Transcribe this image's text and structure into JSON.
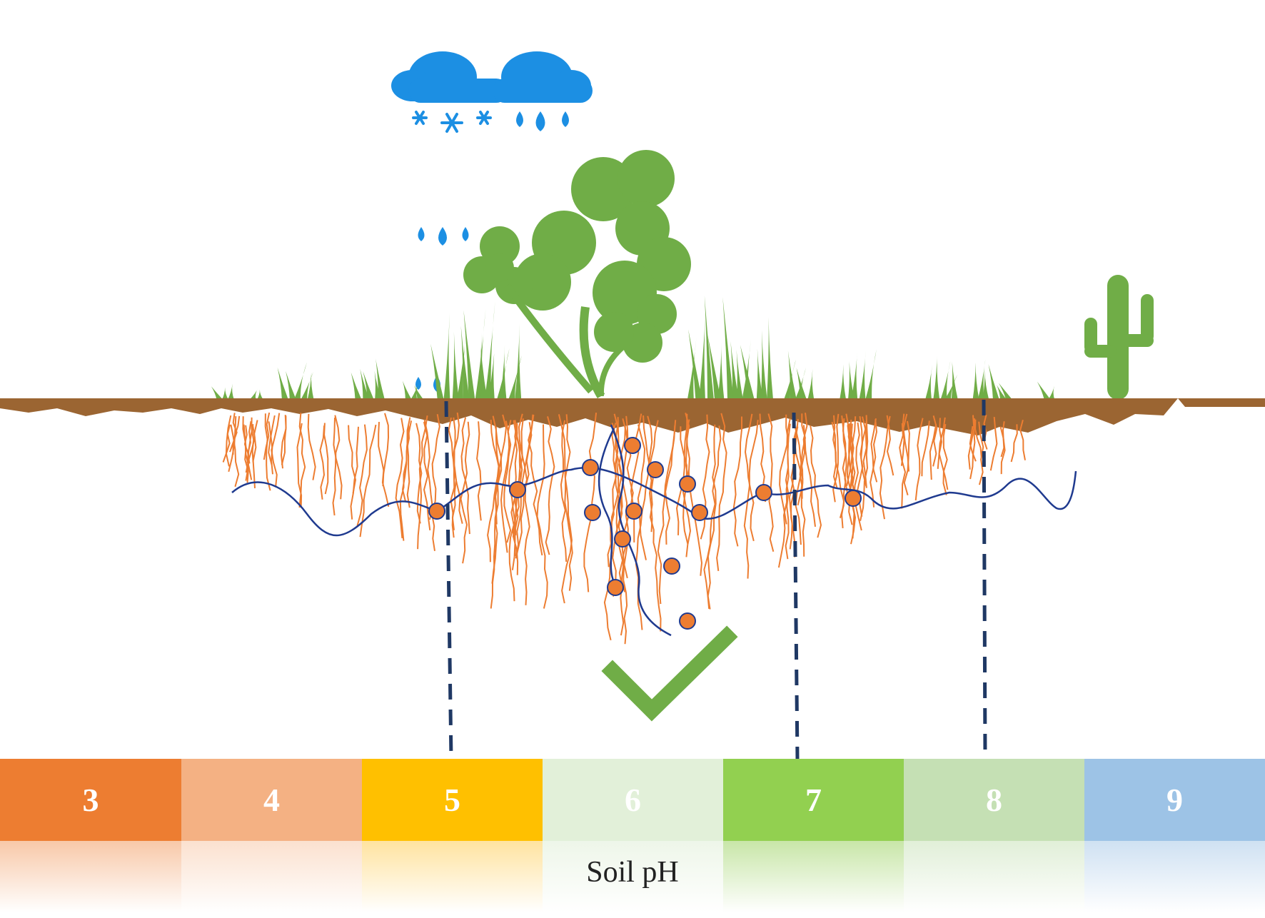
{
  "scale": {
    "cells": [
      {
        "label": "3",
        "color": "#ED7D31"
      },
      {
        "label": "4",
        "color": "#F4B183"
      },
      {
        "label": "5",
        "color": "#FFC000"
      },
      {
        "label": "6",
        "color": "#E2F0D9"
      },
      {
        "label": "7",
        "color": "#92D050"
      },
      {
        "label": "8",
        "color": "#C5E0B4"
      },
      {
        "label": "9",
        "color": "#9DC3E6"
      }
    ],
    "axis_title": "Soil pH"
  },
  "colors": {
    "soil": "#9B6532",
    "plant": "#70AD47",
    "root": "#ED7D31",
    "water": "#1C8FE3",
    "hypha": "#1F3A8F",
    "boundary": "#1F3864",
    "checkmark": "#70AD47"
  },
  "icons": [
    "cloud-icon",
    "snowflake-icon",
    "raindrop-icon",
    "clover-icon",
    "cactus-icon",
    "grass-icon",
    "checkmark-icon"
  ]
}
